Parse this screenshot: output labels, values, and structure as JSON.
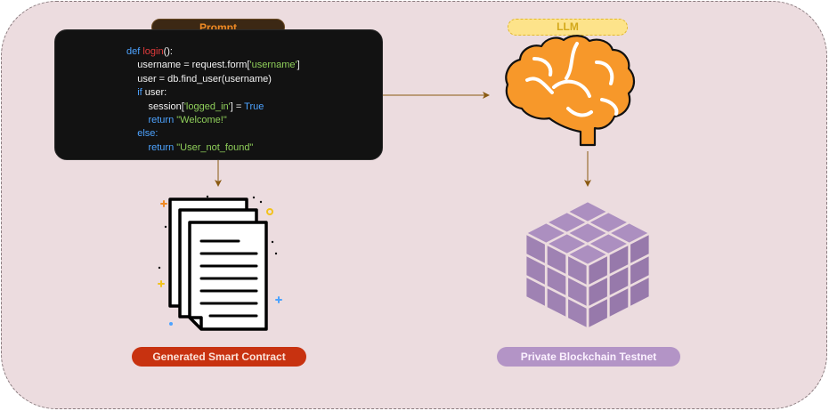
{
  "labels": {
    "prompt": "Prompt",
    "llm": "LLM",
    "contract": "Generated Smart Contract",
    "blockchain": "Private Blockchain Testnet"
  },
  "code": {
    "l1_kw": "def ",
    "l1_fn": "login",
    "l1_rest": "():",
    "l2_a": "    username = request.form[",
    "l2_str": "'username'",
    "l2_b": "]",
    "l3": "    user = db.find_user(username)",
    "l4_kw": "    if ",
    "l4_rest": "user:",
    "l5_a": "        session[",
    "l5_str": "'logged_in'",
    "l5_b": "] = ",
    "l5_bool": "True",
    "l6_kw": "        return ",
    "l6_str": "\"Welcome!\"",
    "l7_kw": "    else:",
    "l8_kw": "        return ",
    "l8_str": "\"User_not_found\""
  },
  "colors": {
    "panel": "#ecdcdf",
    "arrow": "#8a5a12",
    "brain": "#f7982a",
    "cube": "#a589b8",
    "contract_pill": "#c83210",
    "chain_pill": "#b394c6"
  }
}
